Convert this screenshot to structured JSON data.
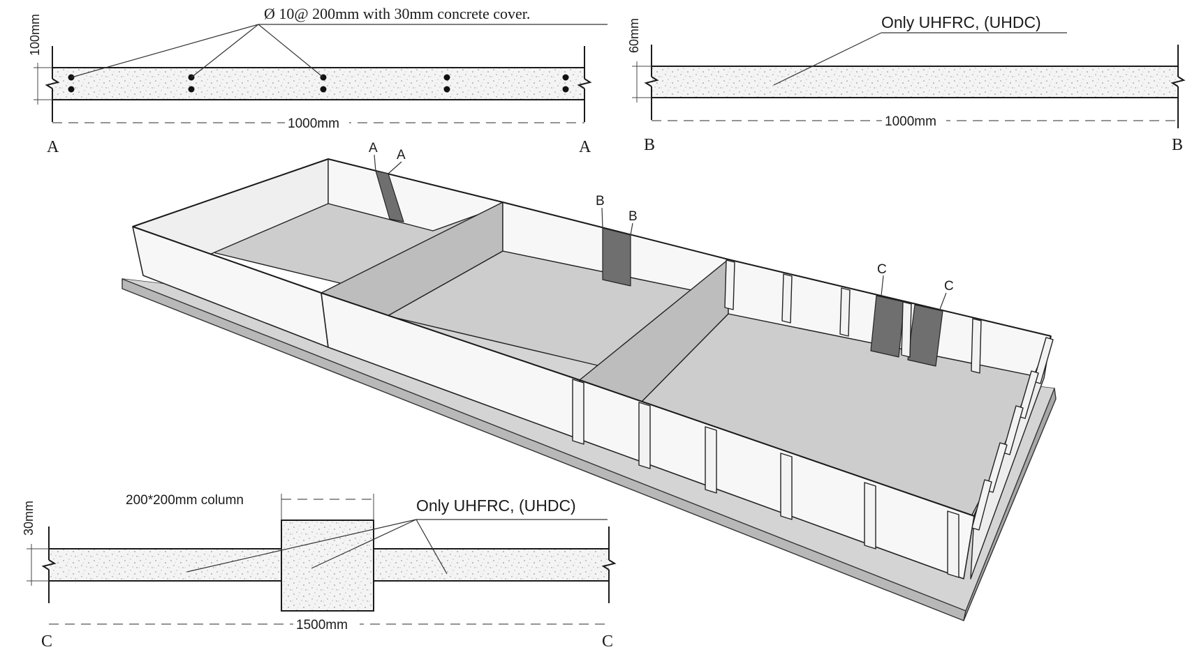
{
  "section_a": {
    "label_start": "A",
    "label_end": "A",
    "height_label": "100mm",
    "length_label": "1000mm",
    "rebar_note": "Ø 10@ 200mm with 30mm concrete cover."
  },
  "section_b": {
    "label_start": "B",
    "label_end": "B",
    "height_label": "60mm",
    "length_label": "1000mm",
    "material_note": "Only UHFRC, (UHDC)"
  },
  "section_c": {
    "label_start": "C",
    "label_end": "C",
    "height_label": "30mm",
    "length_label": "1500mm",
    "column_note": "200*200mm column",
    "material_note": "Only UHFRC, (UHDC)"
  },
  "iso_markers": {
    "a1": "A",
    "a2": "A",
    "b1": "B",
    "b2": "B",
    "c1": "C",
    "c2": "C"
  },
  "colors": {
    "line": "#1a1a1a",
    "concrete_fill": "#f4f4f4",
    "slab_top": "#d2d2d2",
    "floor": "#cdcdcd",
    "wall_face": "#f7f7f7",
    "cut_section": "#6f6f6f"
  }
}
